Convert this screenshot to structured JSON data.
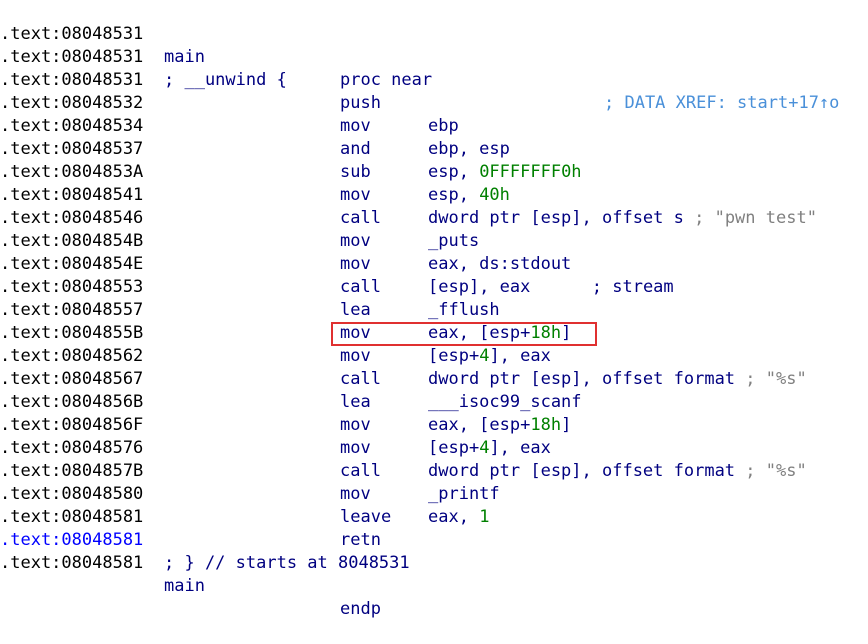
{
  "lines": [
    {
      "addr": ".text:08048531",
      "label": "main",
      "mnem": "proc near",
      "xref": "; DATA XREF: start+17↑o"
    },
    {
      "addr": ".text:08048531",
      "trail": "; __unwind {"
    },
    {
      "addr": ".text:08048531",
      "mnem": "push",
      "ops": [
        "ebp"
      ]
    },
    {
      "addr": ".text:08048532",
      "mnem": "mov",
      "ops": [
        "ebp, esp"
      ]
    },
    {
      "addr": ".text:08048534",
      "mnem": "and",
      "ops": [
        "esp, ",
        "0FFFFFFF0h"
      ]
    },
    {
      "addr": ".text:08048537",
      "mnem": "sub",
      "ops": [
        "esp, ",
        "40h"
      ]
    },
    {
      "addr": ".text:0804853A",
      "mnem": "mov",
      "ops": [
        "dword ptr [esp], offset s"
      ],
      "cmt": " ; \"pwn test\""
    },
    {
      "addr": ".text:08048541",
      "mnem": "call",
      "ops": [
        "_puts"
      ]
    },
    {
      "addr": ".text:08048546",
      "mnem": "mov",
      "ops": [
        "eax, ds:stdout"
      ]
    },
    {
      "addr": ".text:0804854B",
      "mnem": "mov",
      "ops": [
        "[esp], eax"
      ],
      "cmt": "      ; stream"
    },
    {
      "addr": ".text:0804854E",
      "mnem": "call",
      "ops": [
        "_fflush"
      ]
    },
    {
      "addr": ".text:08048553",
      "mnem": "lea",
      "ops": [
        "eax, [esp+",
        "18h",
        "]"
      ]
    },
    {
      "addr": ".text:08048557",
      "mnem": "mov",
      "ops": [
        "[esp+",
        "4",
        "], eax"
      ]
    },
    {
      "addr": ".text:0804855B",
      "mnem": "mov",
      "ops": [
        "dword ptr [esp], offset format"
      ],
      "cmt": " ; \"%s\""
    },
    {
      "addr": ".text:08048562",
      "mnem": "call",
      "ops": [
        "___isoc99_scanf"
      ]
    },
    {
      "addr": ".text:08048567",
      "mnem": "lea",
      "ops": [
        "eax, [esp+",
        "18h",
        "]"
      ]
    },
    {
      "addr": ".text:0804856B",
      "mnem": "mov",
      "ops": [
        "[esp+",
        "4",
        "], eax"
      ]
    },
    {
      "addr": ".text:0804856F",
      "mnem": "mov",
      "ops": [
        "dword ptr [esp], offset format"
      ],
      "cmt": " ; \"%s\""
    },
    {
      "addr": ".text:08048576",
      "mnem": "call",
      "ops": [
        "_printf"
      ]
    },
    {
      "addr": ".text:0804857B",
      "mnem": "mov",
      "ops": [
        "eax, ",
        "1"
      ]
    },
    {
      "addr": ".text:08048580",
      "mnem": "leave"
    },
    {
      "addr": ".text:08048581",
      "mnem": "retn"
    },
    {
      "addr": ".text:08048581",
      "trail": "; } // starts at 8048531",
      "blue_addr": true
    },
    {
      "addr": ".text:08048581",
      "label": "main",
      "mnem": "endp"
    }
  ],
  "colors": {
    "address": "#000000",
    "code": "#000080",
    "number": "#008000",
    "comment": "#808080",
    "xref": "#4a90d9",
    "highlight_border": "#e03030"
  }
}
